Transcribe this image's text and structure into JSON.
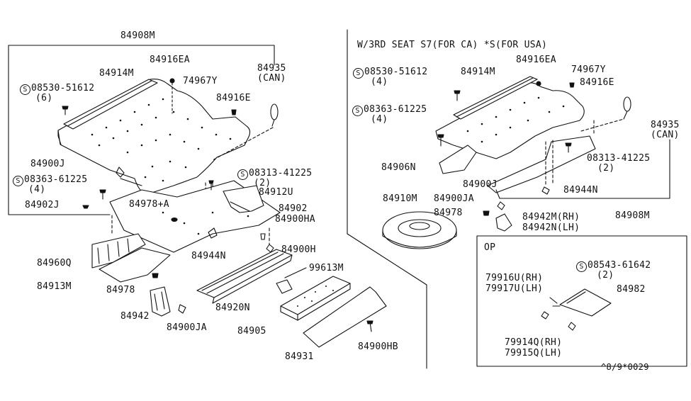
{
  "header_note": "W/3RD SEAT S7(FOR CA) *S(FOR USA)",
  "s_symbol": "S",
  "footer_code": "^8/9*0029",
  "option_box_title": "OP",
  "left": {
    "p84908M": "84908M",
    "p84916EA": "84916EA",
    "p84914M": "84914M",
    "p74967Y": "74967Y",
    "p84935": "84935",
    "can": "(CAN)",
    "s08530": "08530-51612",
    "q6": "(6)",
    "p84916E": "84916E",
    "p84900J": "84900J",
    "s08363": "08363-61225",
    "q4": "(4)",
    "p84902J": "84902J",
    "s08313": "08313-41225",
    "q2": "(2)",
    "p84912U": "84912U",
    "p84978A": "84978+A",
    "p84902": "84902",
    "p84900HA": "84900HA",
    "p84900H": "84900H",
    "p84960Q": "84960Q",
    "p84944N": "84944N",
    "p84913M": "84913M",
    "p84978": "84978",
    "p99613M": "99613M",
    "p84942": "84942",
    "p84920N": "84920N",
    "p84900JA": "84900JA",
    "p84905": "84905",
    "p84931": "84931",
    "p84900HB": "84900HB"
  },
  "right": {
    "s08530": "08530-51612",
    "q4a": "(4)",
    "p84914M": "84914M",
    "p84916EA": "84916EA",
    "p74967Y": "74967Y",
    "p84916E": "84916E",
    "s08363": "08363-61225",
    "q4b": "(4)",
    "p84935": "84935",
    "can": "(CAN)",
    "p84906N": "84906N",
    "s08313": "08313-41225",
    "q2": "(2)",
    "p84900J": "84900J",
    "p84944N": "84944N",
    "p84910M": "84910M",
    "p84900JA": "84900JA",
    "p84978": "84978",
    "p84908M": "84908M",
    "p84942M": "84942M(RH)",
    "p84942N": "84942N(LH)"
  },
  "option": {
    "s08543": "08543-61642",
    "q2": "(2)",
    "p79916U": "79916U(RH)",
    "p79917U": "79917U(LH)",
    "p84982": "84982",
    "p79914Q": "79914Q(RH)",
    "p79915Q": "79915Q(LH)"
  }
}
